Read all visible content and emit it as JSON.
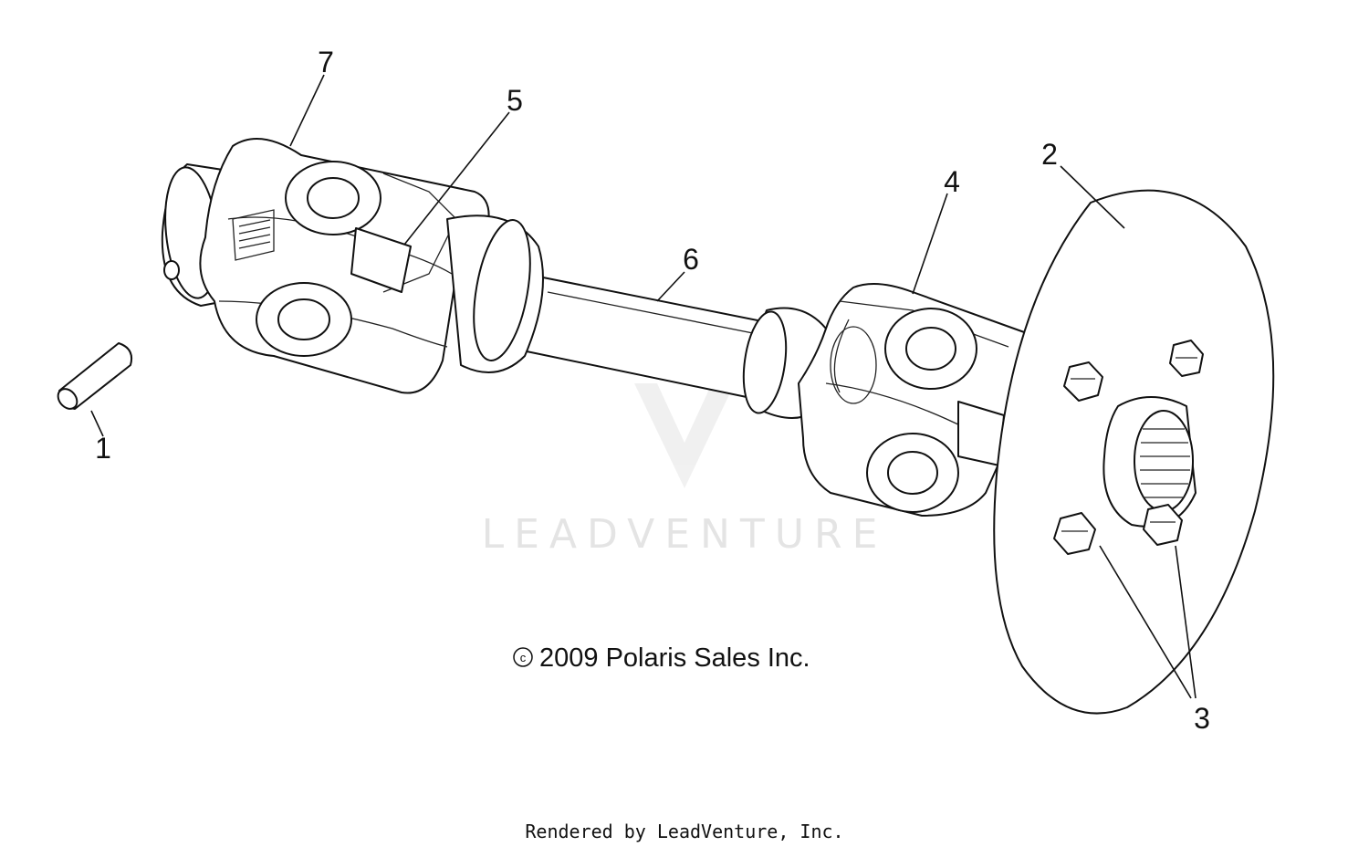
{
  "callouts": {
    "c1": "1",
    "c2": "2",
    "c3": "3",
    "c4": "4",
    "c5": "5",
    "c6": "6",
    "c7": "7"
  },
  "watermark": {
    "text": "LEADVENTURE",
    "logo_icon": "leadventure-flame-v-logo"
  },
  "copyright": {
    "symbol": "©",
    "text": "2009 Polaris Sales Inc."
  },
  "footer": {
    "rendered_by": "Rendered by LeadVenture, Inc."
  }
}
